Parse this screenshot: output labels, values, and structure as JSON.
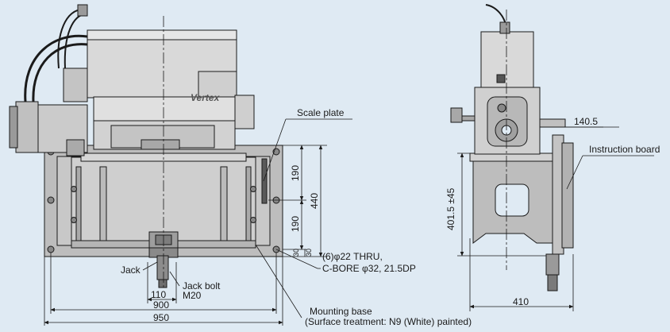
{
  "labels": {
    "scale_plate": "Scale plate",
    "instruction_board": "Instruction board",
    "jack": "Jack",
    "jack_bolt": "Jack bolt",
    "jack_bolt_size": "M20",
    "holes_line1": "(6)φ22 THRU,",
    "holes_line2": "C-BORE φ32, 21.5DP",
    "mounting_base": "Mounting base",
    "surface_treatment": "(Surface treatment: N9 (White) painted)",
    "brand": "Vertex"
  },
  "dimensions": {
    "d_140_5": "140.5",
    "d_190_top": "190",
    "d_190_bottom": "190",
    "d_440": "440",
    "d_30_a": "30",
    "d_30_b": "30",
    "d_110": "110",
    "d_900": "900",
    "d_950": "950",
    "d_401_5": "401.5 ±45",
    "d_410": "410"
  },
  "colors": {
    "background": "#dfeaf3",
    "base_fill": "#bdbdbd",
    "machine_fill": "#d9d9d9",
    "line": "#1a1a1a"
  }
}
